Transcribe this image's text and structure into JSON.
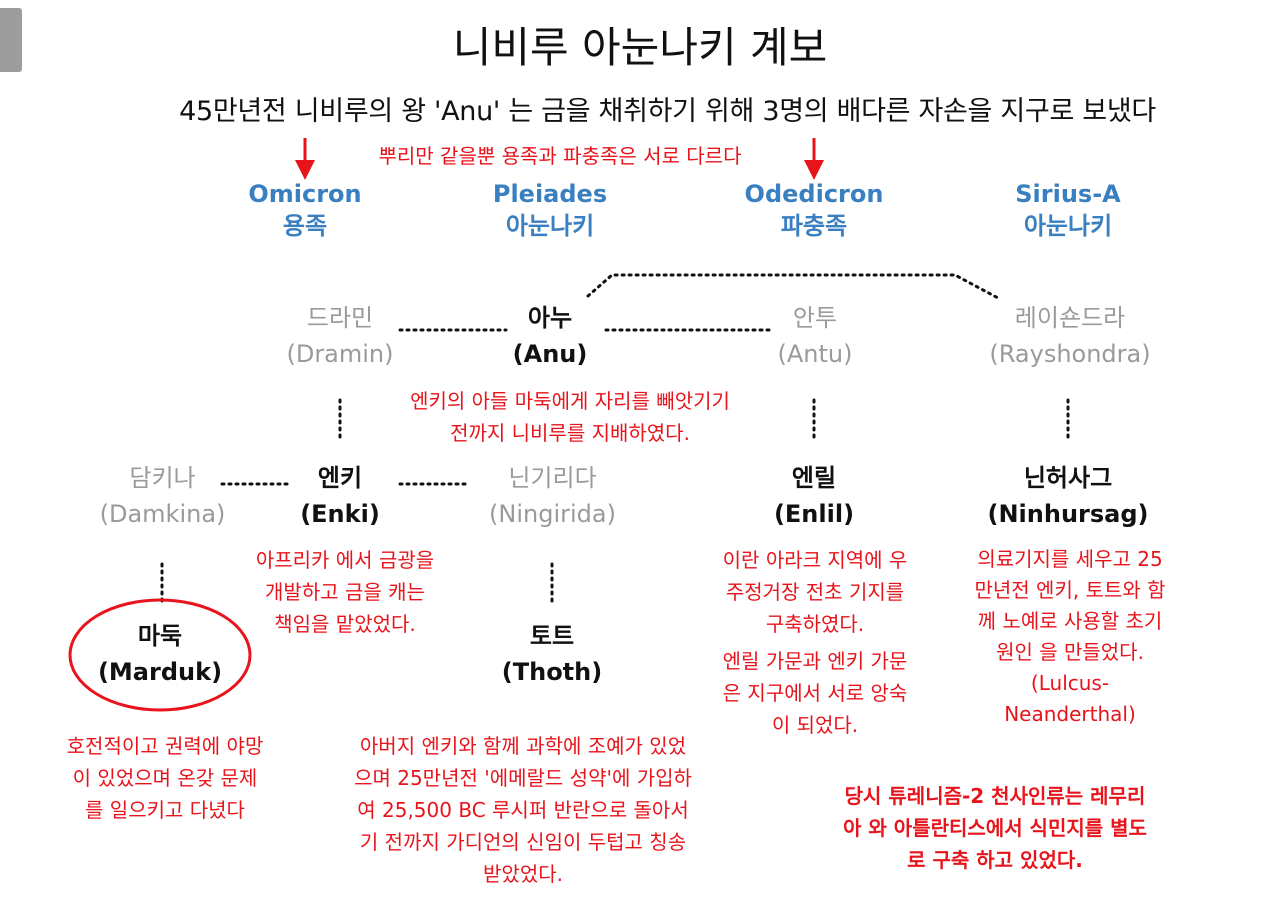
{
  "title": "니비루 아눈나키 계보",
  "subtitle": "45만년전 니비루의 왕 'Anu' 는 금을 채취하기 위해 3명의 배다른 자손을 지구로 보냈다",
  "note_top": "뿌리만 같을뿐 용족과 파충족은 서로 다르다",
  "groups": [
    {
      "name": "Omicron",
      "type": "용족"
    },
    {
      "name": "Pleiades",
      "type": "아눈나키"
    },
    {
      "name": "Odedicron",
      "type": "파충족"
    },
    {
      "name": "Sirius-A",
      "type": "아눈나키"
    }
  ],
  "people": {
    "dramin": {
      "kr": "드라민",
      "en": "(Dramin)"
    },
    "anu": {
      "kr": "아누",
      "en": "(Anu)"
    },
    "antu": {
      "kr": "안투",
      "en": "(Antu)"
    },
    "rayshondra": {
      "kr": "레이숀드라",
      "en": "(Rayshondra)"
    },
    "damkina": {
      "kr": "담키나",
      "en": "(Damkina)"
    },
    "enki": {
      "kr": "엔키",
      "en": "(Enki)"
    },
    "ningirida": {
      "kr": "닌기리다",
      "en": "(Ningirida)"
    },
    "enlil": {
      "kr": "엔릴",
      "en": "(Enlil)"
    },
    "ninhursag": {
      "kr": "닌허사그",
      "en": "(Ninhursag)"
    },
    "marduk": {
      "kr": "마둑",
      "en": "(Marduk)"
    },
    "thoth": {
      "kr": "토트",
      "en": "(Thoth)"
    }
  },
  "notes": {
    "enki_rule": [
      "엔키의 아들 마둑에게 자리를 빼앗기기",
      "전까지 니비루를 지배하였다."
    ],
    "enki_gold": [
      "아프리카 에서 금광을",
      "개발하고 금을 캐는",
      "책임을 맡았었다."
    ],
    "enlil_base": [
      "이란 아라크 지역에 우",
      "주정거장 전초 기지를",
      "구축하였다."
    ],
    "enlil_rival": [
      "엔릴 가문과 엔키 가문",
      "은 지구에서 서로 앙숙",
      "이 되었다."
    ],
    "ninhursag": [
      "의료기지를 세우고 25",
      "만년전 엔키, 토트와 함",
      "께 노예로 사용할 초기",
      "원인 을 만들었다.",
      "(Lulcus-",
      "Neanderthal)"
    ],
    "marduk": [
      "호전적이고 권력에 야망",
      "이 있었으며 온갖 문제",
      "를 일으키고 다녔다"
    ],
    "thoth": [
      "아버지 엔키와 함께 과학에 조예가 있었",
      "으며 25만년전 '에메랄드 성약'에 가입하",
      "여 25,500 BC 루시퍼 반란으로 돌아서",
      "기 전까지 가디언의 신임이 두텁고 칭송",
      "받았었다."
    ],
    "bottom": [
      "당시 튜레니즘-2 천사인류는 레무리",
      "아 와 아틀란티스에서 식민지를 별도",
      "로 구축 하고 있었다."
    ]
  },
  "colors": {
    "red": "#e8141c",
    "blue": "#3a7fc0",
    "gray": "#9a9a9a"
  }
}
